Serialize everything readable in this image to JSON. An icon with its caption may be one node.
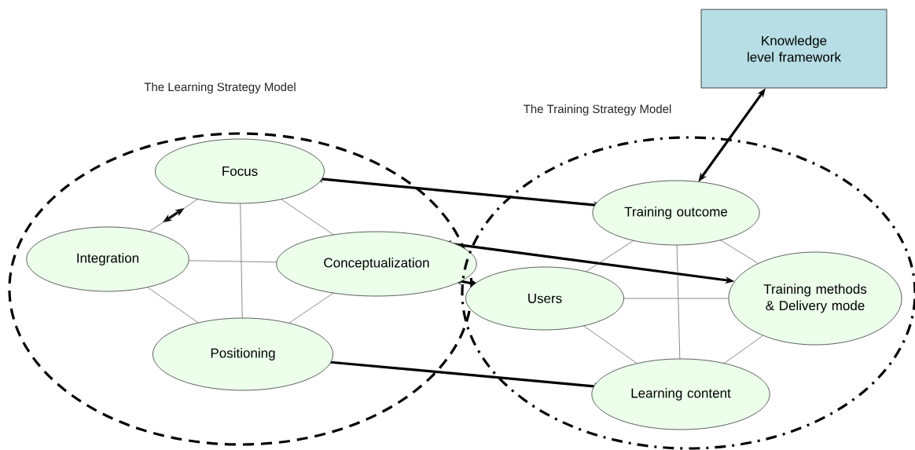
{
  "diagram": {
    "nodes": [
      {
        "text": [
          "The Learning Strategy Model"
        ]
      },
      {
        "text": [
          "Focus"
        ],
        "in": 0
      },
      {
        "text": [
          "Integration"
        ],
        "in": 0
      },
      {
        "text": [
          "Conceptualization"
        ],
        "in": 0
      },
      {
        "text": [
          "Positioning"
        ],
        "in": 0
      },
      {
        "text": [
          "The Training Strategy Model"
        ]
      },
      {
        "text": [
          "Training outcome"
        ],
        "in": 5
      },
      {
        "text": [
          "Users"
        ],
        "in": 5
      },
      {
        "text": [
          "Training methods & Delivery mode"
        ],
        "in": 5
      },
      {
        "text": [
          "Learning content"
        ],
        "in": 5
      },
      {
        "text": [
          "Knowledge level framework"
        ]
      }
    ],
    "edges": [
      {
        "from": 2,
        "to": 1,
        "arrow": "both",
        "style": "thick",
        "color": "#000000"
      },
      {
        "from": 1,
        "to": 6,
        "arrow": "both",
        "style": "thick",
        "color": "#000000"
      },
      {
        "from": 3,
        "to": 8,
        "arrow": "both",
        "style": "thick",
        "color": "#000000"
      },
      {
        "from": 3,
        "to": 7,
        "arrow": "both",
        "style": "thick",
        "color": "#000000"
      },
      {
        "from": 4,
        "to": 9,
        "arrow": "both",
        "style": "thick",
        "color": "#000000"
      },
      {
        "from": 10,
        "to": 6,
        "arrow": "both",
        "style": "thick",
        "color": "#000000"
      },
      {
        "from": 1,
        "to": 2,
        "arrow": "none"
      },
      {
        "from": 1,
        "to": 3,
        "arrow": "none"
      },
      {
        "from": 1,
        "to": 4,
        "arrow": "none"
      },
      {
        "from": 2,
        "to": 3,
        "arrow": "none"
      },
      {
        "from": 2,
        "to": 4,
        "arrow": "none"
      },
      {
        "from": 3,
        "to": 4,
        "arrow": "none"
      },
      {
        "from": 6,
        "to": 7,
        "arrow": "none"
      },
      {
        "from": 6,
        "to": 8,
        "arrow": "none"
      },
      {
        "from": 6,
        "to": 9,
        "arrow": "none"
      },
      {
        "from": 7,
        "to": 8,
        "arrow": "none"
      },
      {
        "from": 7,
        "to": 9,
        "arrow": "none"
      },
      {
        "from": 8,
        "to": 9,
        "arrow": "none"
      }
    ]
  }
}
